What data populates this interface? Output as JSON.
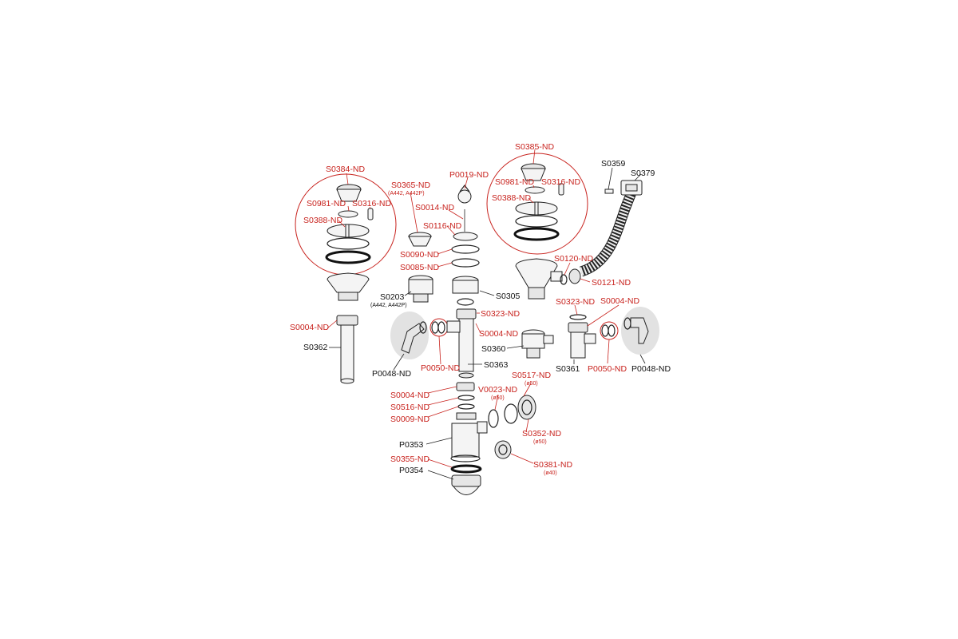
{
  "diagram": {
    "colors": {
      "highlight_label": "#c8231e",
      "standard_label": "#111111",
      "line": "#222222",
      "part_fill": "#f4f4f4",
      "shade": "#e2e2e2"
    },
    "labels": {
      "s0384": "S0384-ND",
      "s0981_l": "S0981-ND",
      "s0316_l": "S0316-ND",
      "s0388_l": "S0388-ND",
      "s0365": "S0365-ND",
      "s0365_sub": "(A442, A442P)",
      "p0019": "P0019-ND",
      "s0014": "S0014-ND",
      "s0116": "S0116-ND",
      "s0090": "S0090-ND",
      "s0085": "S0085-ND",
      "s0203": "S0203",
      "s0203_sub": "(A442, A442P)",
      "s0305": "S0305",
      "s0323_c": "S0323-ND",
      "s0004_c": "S0004-ND",
      "s0360": "S0360",
      "s0004_l": "S0004-ND",
      "s0362": "S0362",
      "p0048_l": "P0048-ND",
      "p0050_l": "P0050-ND",
      "s0363": "S0363",
      "s0385": "S0385-ND",
      "s0981_r": "S0981-ND",
      "s0316_r": "S0316-ND",
      "s0388_r": "S0388-ND",
      "s0359": "S0359",
      "s0379": "S0379",
      "s0120": "S0120-ND",
      "s0121": "S0121-ND",
      "s0323_r": "S0323-ND",
      "s0004_r": "S0004-ND",
      "s0361": "S0361",
      "p0050_r": "P0050-ND",
      "p0048_r": "P0048-ND",
      "s0517": "S0517-ND",
      "s0517_sub": "(ø50)",
      "v0023": "V0023-ND",
      "v0023_sub": "(ø50)",
      "s0004_b": "S0004-ND",
      "s0516": "S0516-ND",
      "s0009": "S0009-ND",
      "p0353": "P0353",
      "s0352": "S0352-ND",
      "s0352_sub": "(ø50)",
      "s0355": "S0355-ND",
      "p0354": "P0354",
      "s0381": "S0381-ND",
      "s0381_sub": "(ø40)"
    }
  }
}
